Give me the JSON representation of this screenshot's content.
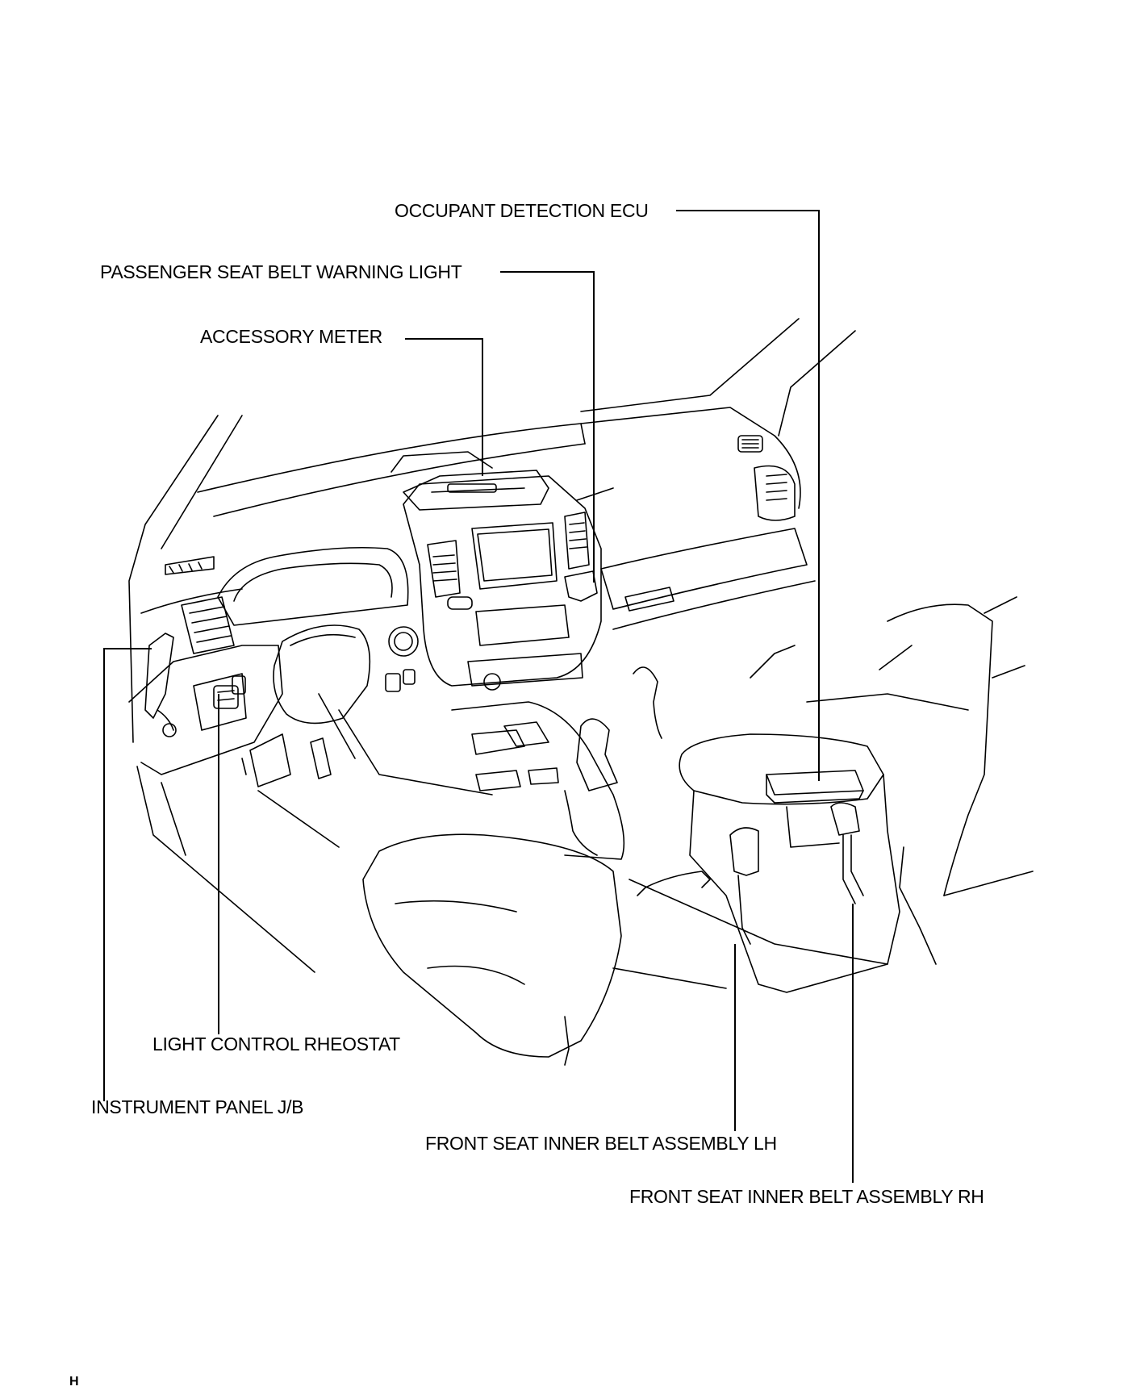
{
  "labels": {
    "occupant_detection_ecu": "OCCUPANT DETECTION ECU",
    "passenger_seat_belt_warning_light": "PASSENGER SEAT BELT WARNING LIGHT",
    "accessory_meter": "ACCESSORY METER",
    "light_control_rheostat": "LIGHT CONTROL RHEOSTAT",
    "instrument_panel_jb": "INSTRUMENT PANEL J/B",
    "front_seat_inner_belt_lh": "FRONT SEAT INNER BELT ASSEMBLY LH",
    "front_seat_inner_belt_rh": "FRONT SEAT INNER BELT ASSEMBLY RH"
  },
  "footer": {
    "code": "H"
  },
  "colors": {
    "ink": "#000000",
    "paper": "#ffffff"
  }
}
